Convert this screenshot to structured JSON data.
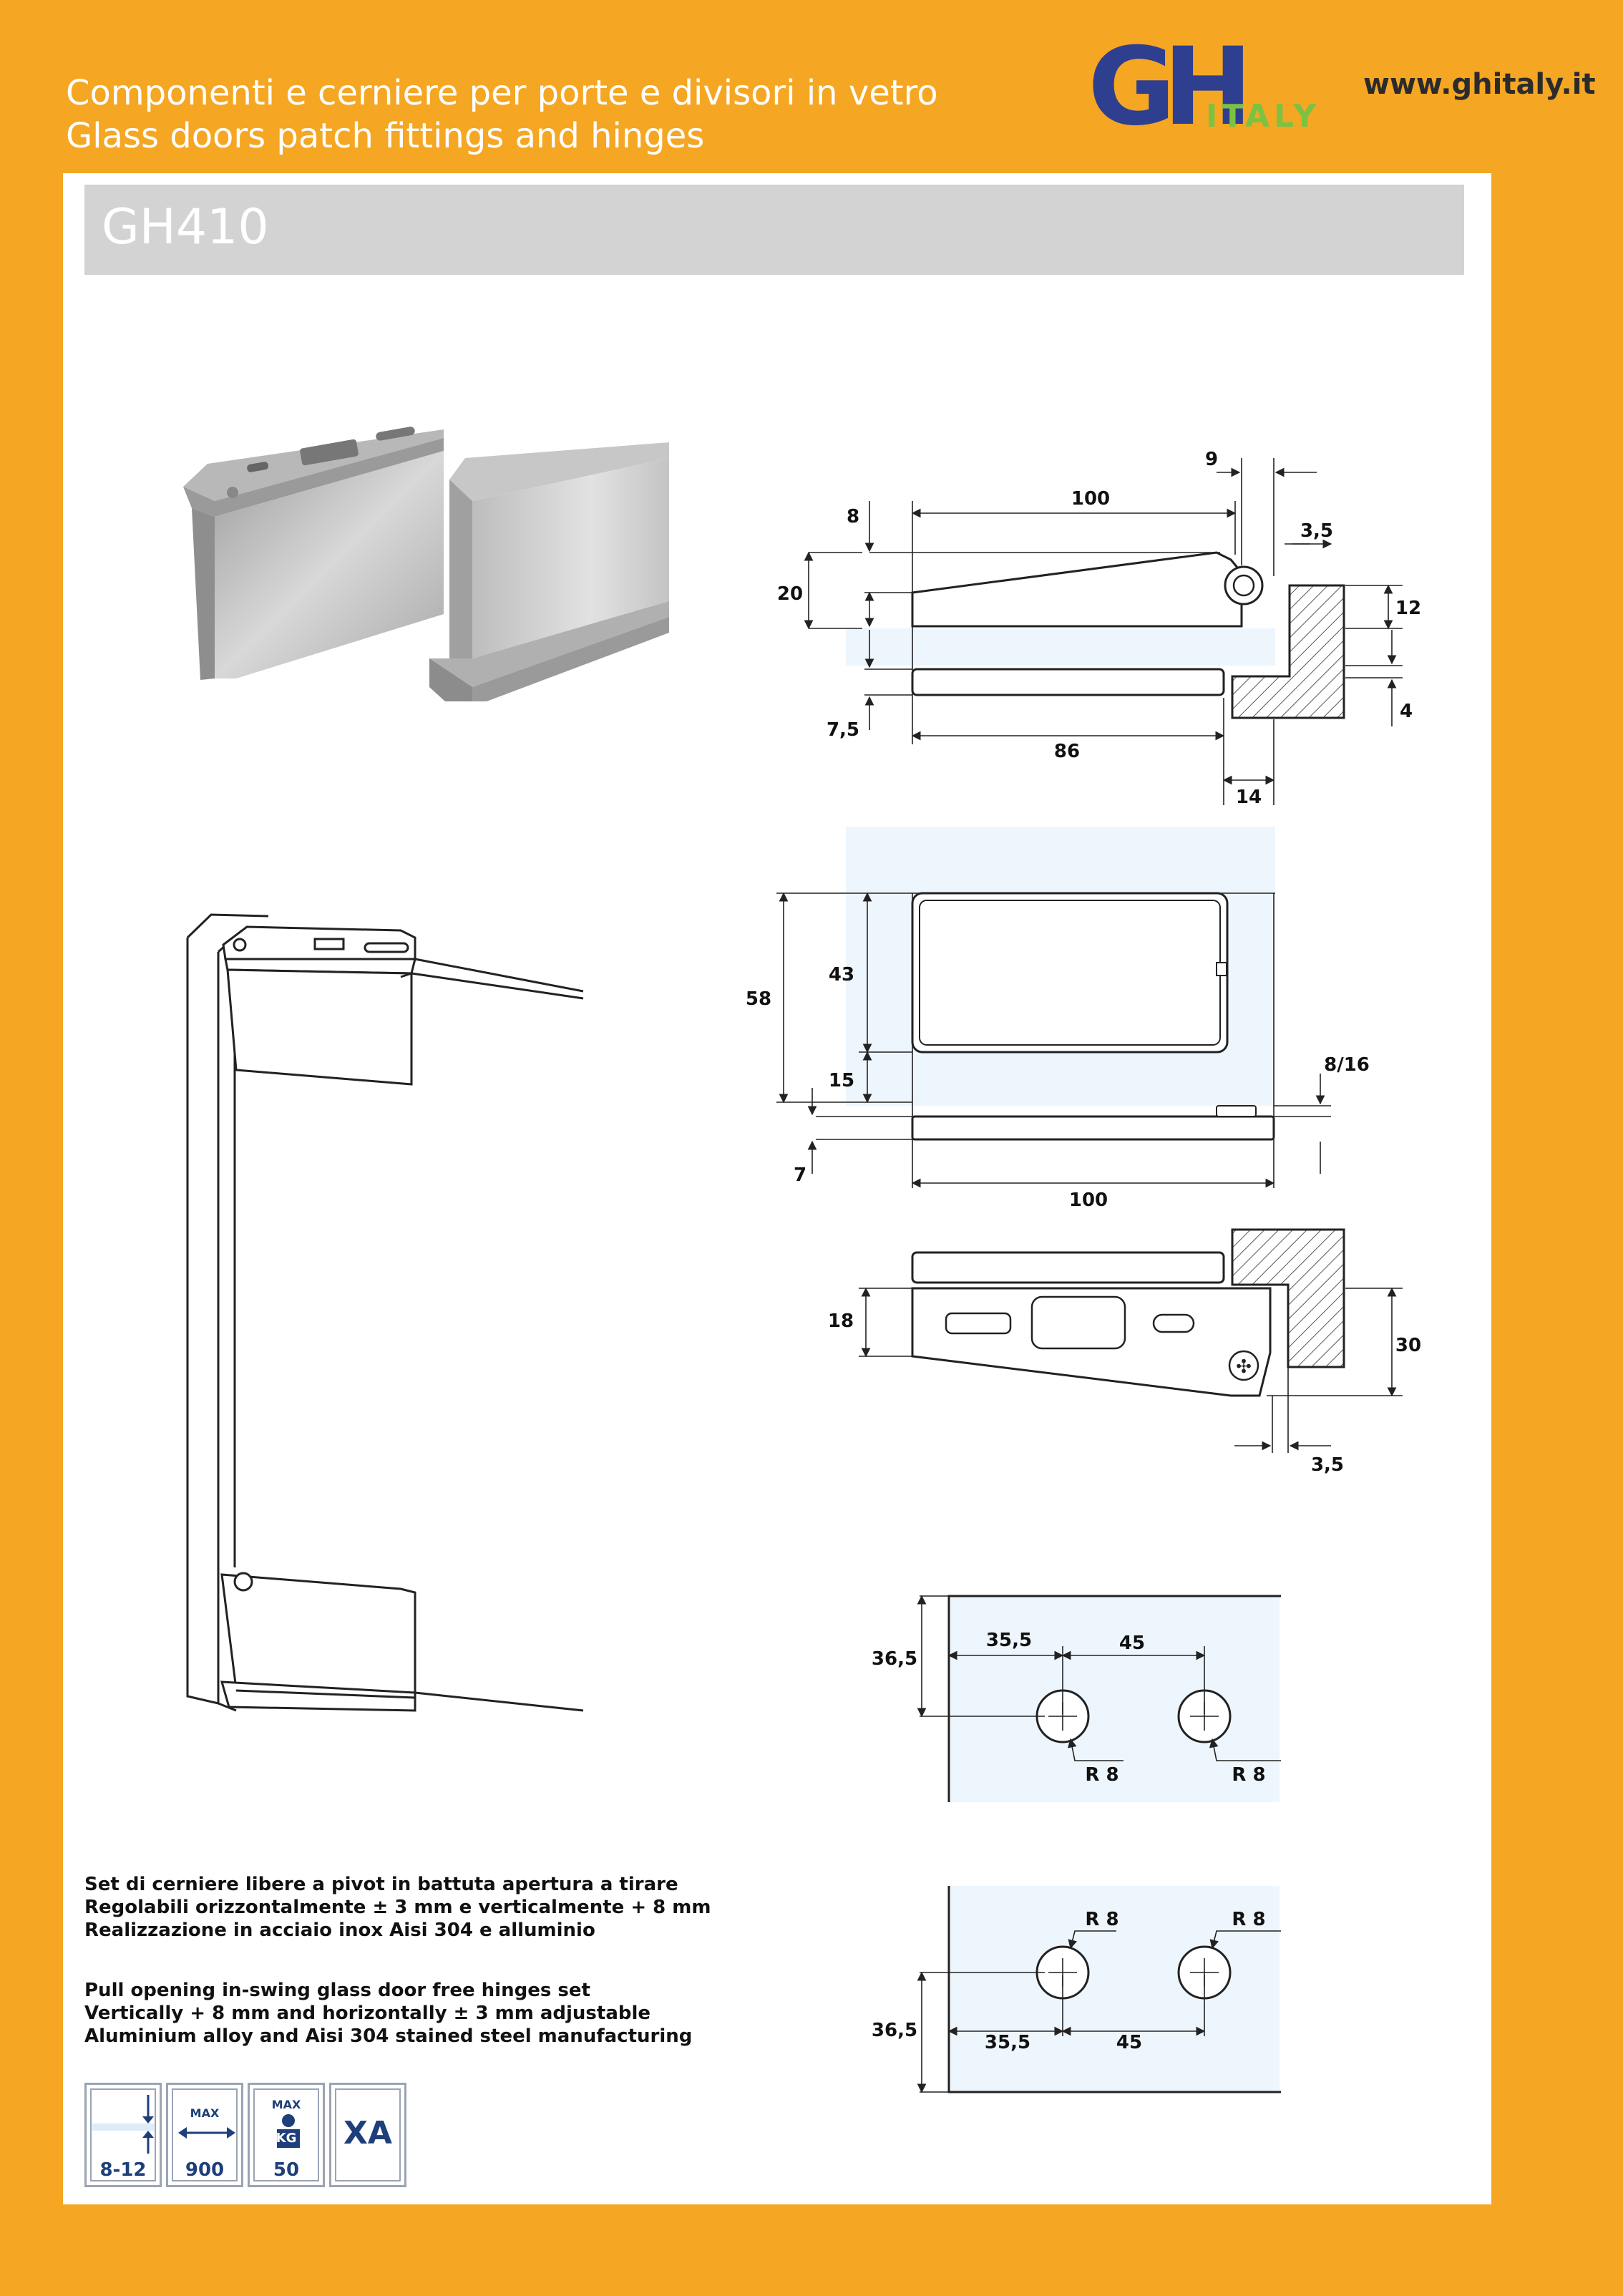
{
  "header": {
    "line_it": "Componenti e cerniere per porte e divisori in vetro",
    "line_en": "Glass doors patch fittings and hinges",
    "url": "www.ghitaly.it",
    "logo_text_main": "GH",
    "logo_text_sub": "ITALY",
    "colors": {
      "background": "#F5A623",
      "logo_blue": "#2f3f8f",
      "logo_green": "#7cc242"
    }
  },
  "product": {
    "code": "GH410"
  },
  "description": {
    "it": [
      "Set di cerniere libere a pivot in battuta apertura a tirare",
      "Regolabili orizzontalmente ± 3 mm e verticalmente + 8 mm",
      "Realizzazione in acciaio inox Aisi 304 e alluminio"
    ],
    "en": [
      "Pull opening in-swing glass door free hinges set",
      "Vertically + 8 mm and horizontally  ± 3 mm adjustable",
      "Aluminium alloy and Aisi 304 stained steel manufacturing"
    ]
  },
  "drawing1": {
    "d100": "100",
    "d9": "9",
    "d8": "8",
    "d3_5": "3,5",
    "d20": "20",
    "d12": "12",
    "d4": "4",
    "d7_5": "7,5",
    "d86": "86",
    "d14": "14"
  },
  "drawing2": {
    "d58": "58",
    "d43": "43",
    "d15": "15",
    "d8_16": "8/16",
    "d7": "7",
    "d100": "100"
  },
  "drawing3": {
    "d18": "18",
    "d30": "30",
    "d3_5": "3,5"
  },
  "holes1": {
    "d36_5": "36,5",
    "d35_5": "35,5",
    "d45": "45",
    "r1": "R 8",
    "r2": "R 8"
  },
  "holes2": {
    "d36_5": "36,5",
    "d35_5": "35,5",
    "d45": "45",
    "r1": "R 8",
    "r2": "R 8"
  },
  "specs": [
    {
      "icon": "glass-thickness-icon",
      "label": "8-12"
    },
    {
      "icon": "max-width-icon",
      "top": "MAX",
      "label": "900"
    },
    {
      "icon": "max-weight-icon",
      "top": "MAX",
      "unit": "KG",
      "label": "50"
    },
    {
      "icon": "finish-code-icon",
      "label": "XA"
    }
  ]
}
